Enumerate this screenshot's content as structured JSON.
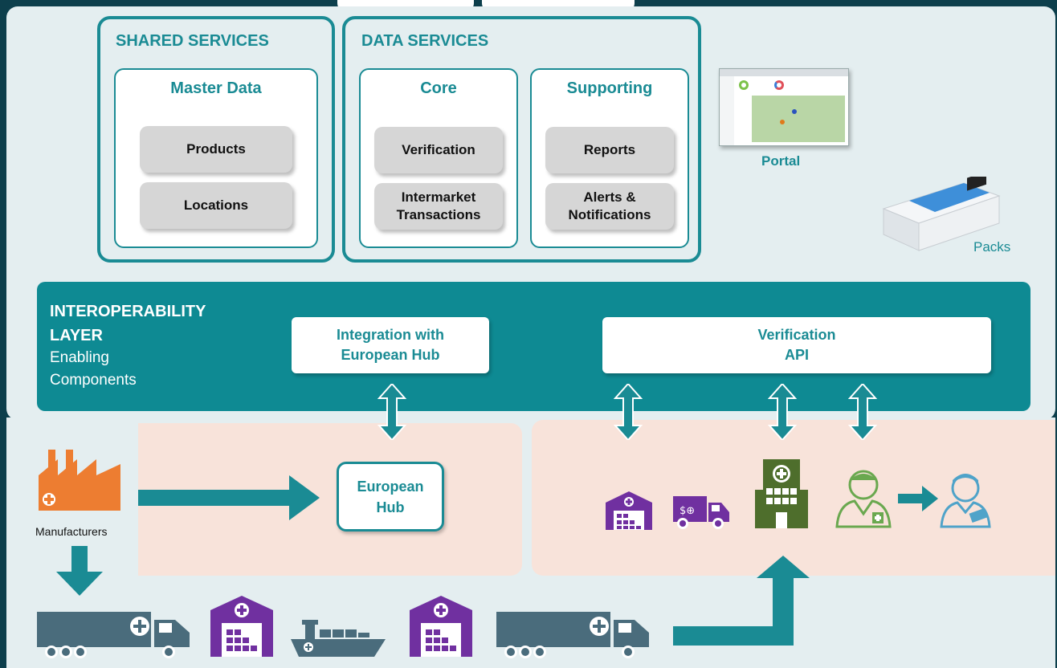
{
  "shared_services": {
    "title": "SHARED SERVICES",
    "master_data": {
      "title": "Master Data",
      "items": [
        "Products",
        "Locations"
      ]
    }
  },
  "data_services": {
    "title": "DATA SERVICES",
    "core": {
      "title": "Core",
      "items": [
        "Verification",
        "Intermarket",
        "Transactions"
      ]
    },
    "supporting": {
      "title": "Supporting",
      "items": [
        "Reports",
        "Alerts &",
        "Notifications"
      ]
    }
  },
  "portal": {
    "label": "Portal"
  },
  "packs": {
    "label": "Packs"
  },
  "interop": {
    "title1": "INTEROPERABILITY",
    "title2": "LAYER",
    "sub1": "Enabling",
    "sub2": "Components",
    "hub_box": {
      "line1": "Integration with",
      "line2": "European Hub"
    },
    "api_box": {
      "line1": "Verification",
      "line2": "API"
    }
  },
  "european_hub": {
    "line1": "European",
    "line2": "Hub"
  },
  "manufacturers": {
    "label": "Manufacturers"
  },
  "colors": {
    "teal": "#1a8b94",
    "navy_bg": "#0d3f4c",
    "peach": "#f8e3da",
    "orange": "#ed7d31",
    "purple": "#7030a0",
    "green": "#548235",
    "slate": "#4a6c7c"
  }
}
